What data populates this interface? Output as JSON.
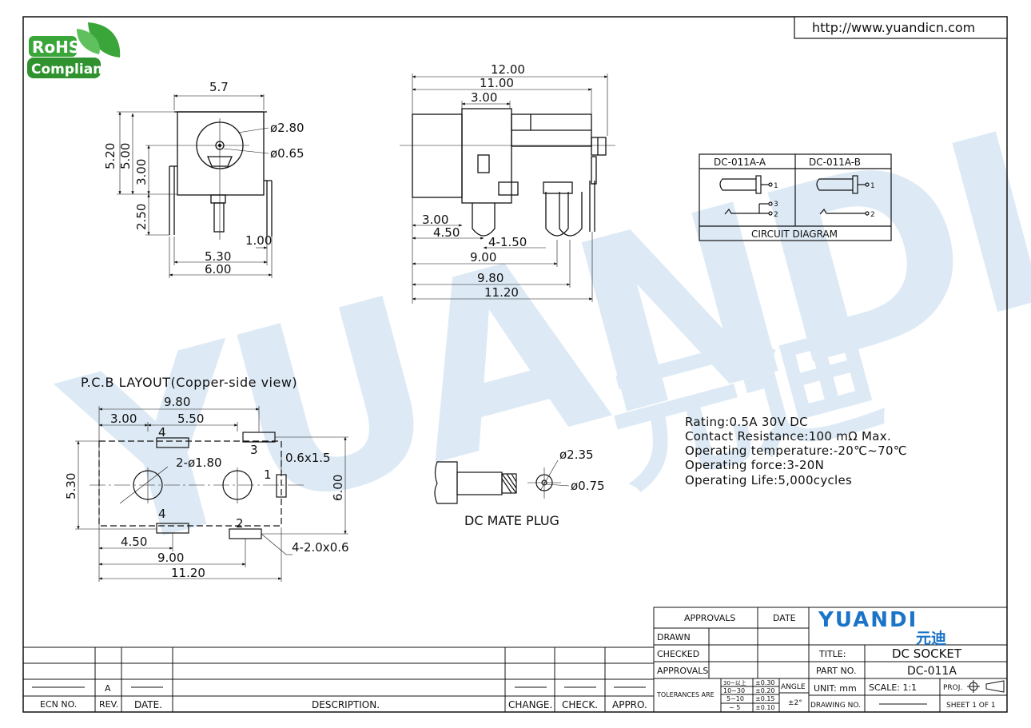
{
  "url": "http://www.yuandicn.com",
  "rohs": {
    "line1": "RoHS",
    "line2": "Compliant"
  },
  "front_view": {
    "d1": "5.7",
    "d2": "ø2.80",
    "d3": "ø0.65",
    "d4": "5.20",
    "d5": "5.00",
    "d6": "3.00",
    "d7": "2.50",
    "d8": "1.00",
    "d9": "5.30",
    "d10": "6.00"
  },
  "side_view": {
    "d1": "12.00",
    "d2": "11.00",
    "d3": "3.00",
    "d4": "3.00",
    "d5": "4.50",
    "d6": "4-1.50",
    "d7": "9.00",
    "d8": "9.80",
    "d9": "11.20"
  },
  "circuit": {
    "col_a": "DC-011A-A",
    "col_b": "DC-011A-B",
    "caption": "CIRCUIT  DIAGRAM",
    "p1": "1",
    "p2": "2",
    "p3": "3"
  },
  "pcb": {
    "title": "P.C.B  LAYOUT(Copper-side  view)",
    "d1": "9.80",
    "d2": "3.00",
    "d3": "5.50",
    "d4": "2-ø1.80",
    "d5": "0.6x1.5",
    "d6": "5.30",
    "d7": "6.00",
    "d8": "4.50",
    "d9": "9.00",
    "d10": "11.20",
    "d11": "4-2.0x0.6",
    "p1": "1",
    "p2": "2",
    "p3": "3",
    "p4": "4",
    "p4b": "4"
  },
  "plug": {
    "d1": "ø2.35",
    "d2": "ø0.75",
    "caption": "DC  MATE  PLUG"
  },
  "specs": [
    "Rating:0.5A  30V  DC",
    "Contact  Resistance:100  mΩ  Max.",
    "Operating  temperature:-20℃~70℃",
    "Operating  force:3-20N",
    "Operating  Life:5,000cycles"
  ],
  "watermark": {
    "text": "YUANDI",
    "cn": "元迪"
  },
  "title_block": {
    "approvals_header": "APPROVALS",
    "date_header": "DATE",
    "drawn": "DRAWN",
    "checked": "CHECKED",
    "approvals": "APPROVALS",
    "tolerances": "TOLERANCES  ARE",
    "tol_ranges": [
      "30~以上",
      "10~30",
      "5~10",
      "~ 5"
    ],
    "tol_values": [
      "±0.30",
      "±0.20",
      "±0.15",
      "±0.10"
    ],
    "angle": "ANGLE",
    "angle_tol": "±2°",
    "logo": "YUANDI",
    "logo_cn": "元迪",
    "title_label": "TITLE:",
    "title_value": "DC SOCKET",
    "part_label": "PART  NO.",
    "part_value": "DC-011A",
    "unit": "UNIT:  mm",
    "scale": "SCALE:    1:1",
    "proj": "PROJ.",
    "drawing_no": "DRAWING NO.",
    "sheet": "SHEET    1  OF  1"
  },
  "revision_block": {
    "rev_value": "A",
    "ecn": "ECN  NO.",
    "rev": "REV.",
    "date": "DATE.",
    "description": "DESCRIPTION.",
    "change": "CHANGE.",
    "check": "CHECK.",
    "appro": "APPRO."
  }
}
